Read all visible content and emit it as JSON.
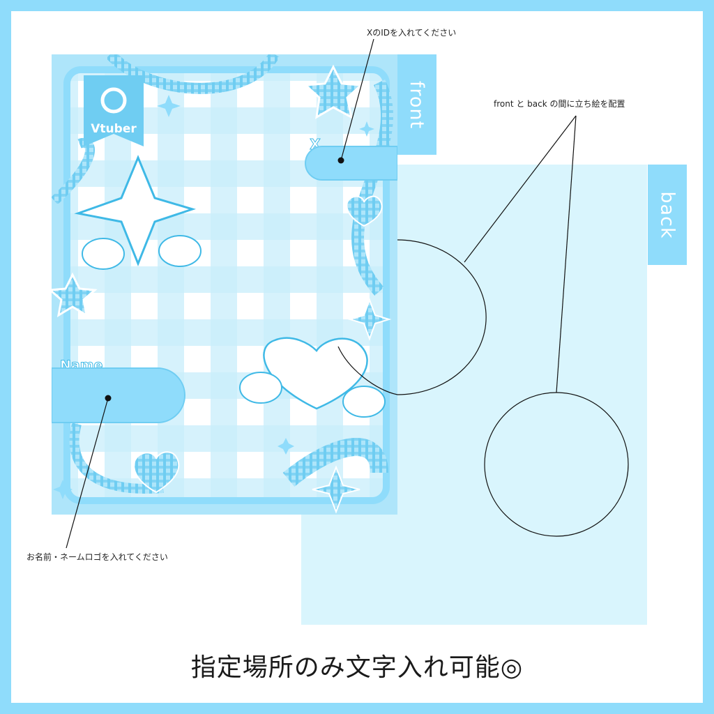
{
  "tabs": {
    "front": "front",
    "back": "back"
  },
  "card": {
    "badge_text": "Vtuber",
    "name_label": "Name",
    "x_label": "X"
  },
  "notes": {
    "x_id": "XのIDを入れてください",
    "placement": "front と back の間に立ち絵を配置",
    "name": "お名前・ネームロゴを入れてください"
  },
  "caption": "指定場所のみ文字入れ可能◎",
  "colors": {
    "frame": "#8fdcfb",
    "tab": "#8fdcfb",
    "back_card": "#d9f5fd",
    "accent": "#3fb9e6",
    "pale": "#e4f7fe"
  }
}
